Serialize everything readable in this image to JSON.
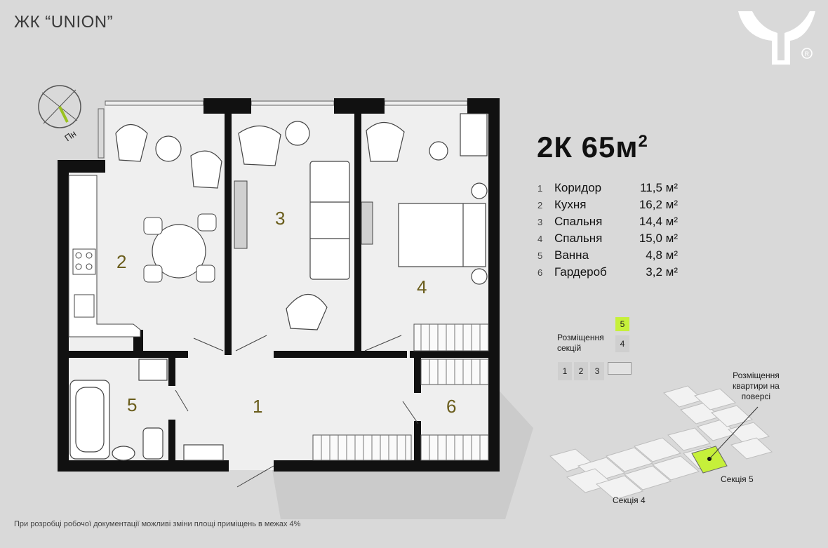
{
  "project_title": "ЖК “UNION”",
  "apartment": {
    "type": "2К",
    "area": "65м",
    "sup": "2"
  },
  "rooms": [
    {
      "num": "1",
      "name": "Коридор",
      "area": "11,5 м²"
    },
    {
      "num": "2",
      "name": "Кухня",
      "area": "16,2 м²"
    },
    {
      "num": "3",
      "name": "Спальня",
      "area": "14,4 м²"
    },
    {
      "num": "4",
      "name": "Спальня",
      "area": "15,0 м²"
    },
    {
      "num": "5",
      "name": "Ванна",
      "area": "4,8 м²"
    },
    {
      "num": "6",
      "name": "Гардероб",
      "area": "3,2 м²"
    }
  ],
  "compass_label": "Пн",
  "sections": {
    "label_line1": "Розміщення",
    "label_line2": "секцій",
    "floor_selected": "5",
    "floor_other": "4",
    "numbers": [
      "1",
      "2",
      "3"
    ]
  },
  "floor_placement": {
    "line1": "Розміщення",
    "line2": "квартири на",
    "line3": "поверсі"
  },
  "section5_label": "Секція 5",
  "section4_label": "Секція 4",
  "footnote": "При розробці робочої документації можливі зміни площі приміщень в межах 4%",
  "colors": {
    "accent": "#c6f03a",
    "wall": "#111111",
    "floor": "#efefef",
    "background": "#d9d9d9",
    "room_number": "#6a5d1c"
  }
}
